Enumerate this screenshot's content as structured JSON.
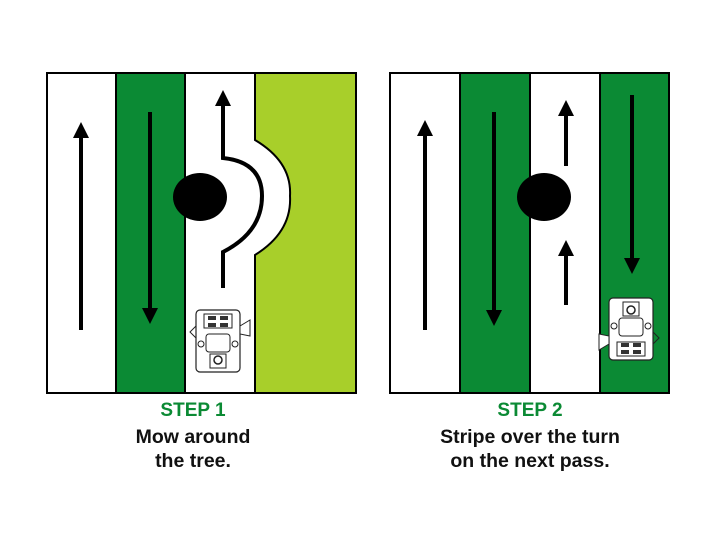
{
  "colors": {
    "dark_green": "#0b8a34",
    "lime": "#a8cf2a",
    "black": "#000000",
    "white": "#ffffff"
  },
  "panels": [
    {
      "step": "STEP 1",
      "caption_lines": [
        "Mow around",
        "the tree."
      ]
    },
    {
      "step": "STEP 2",
      "caption_lines": [
        "Stripe over the turn",
        "on the next pass."
      ]
    }
  ]
}
